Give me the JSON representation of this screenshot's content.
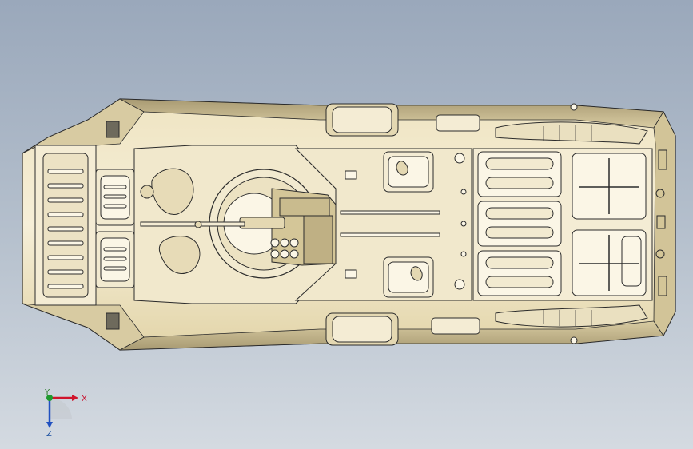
{
  "viewport": {
    "background_top": "#9aa8bb",
    "background_bottom": "#d4dae1"
  },
  "model": {
    "view": "top",
    "hull_color": "#e8dcb6",
    "hull_shade": "#cdbf95",
    "deck_color": "#f2ead0",
    "line_color": "#2b2b2b"
  },
  "triad": {
    "x_label": "X",
    "y_label": "Y",
    "z_label": "Z",
    "x_color": "#d0142c",
    "y_color": "#1e9a2e",
    "z_color": "#2050c0"
  }
}
